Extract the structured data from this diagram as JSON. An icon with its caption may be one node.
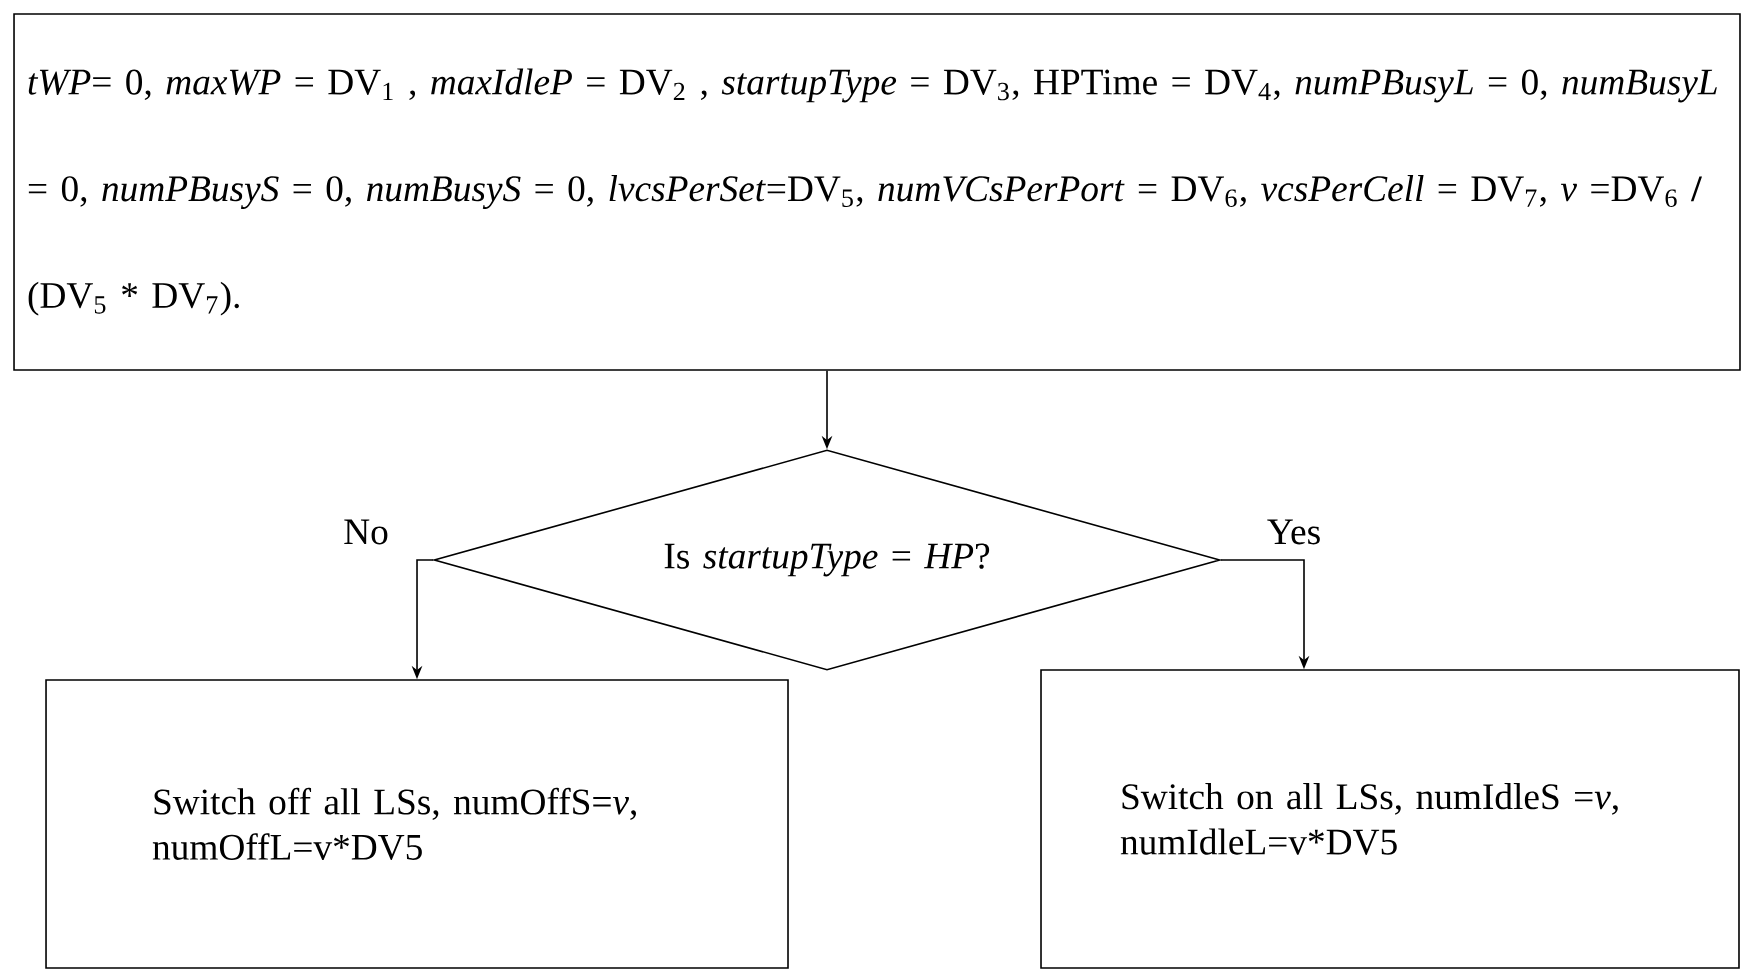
{
  "diagram": {
    "nodes": [
      {
        "text": [
          "*tWP*= 0, *maxWP* = DV$_{1}$ , *maxIdleP* = DV$_{2}$ , *startupType* = DV$_{3}$, HPTime = DV$_{4}$, *numPBusyL* = 0, *numBusyL* = 0, *numPBusyS* = 0, *numBusyS* = 0, *lvcsPerSet*=DV$_{5}$, *numVCsPerPort* = DV$_{6}$, *vcsPerCell* = DV$_{7}$,  *v* =DV$_{6}$ **/** (DV$_{5}$ * DV$_{7}$)."
        ]
      },
      {
        "text": [
          "Is *startupType* = *HP*?"
        ]
      },
      {
        "text": [
          "Switch off all LSs, numOffS=*v*, numOffL=v*DV5"
        ]
      },
      {
        "text": [
          "Switch on all LSs, numIdleS =*v*, numIdleL=v*DV5"
        ]
      }
    ],
    "edges": [
      {
        "from": 0,
        "to": 1,
        "arrow": "to"
      },
      {
        "from": 1,
        "to": 2,
        "arrow": "to",
        "label": "No"
      },
      {
        "from": 1,
        "to": 3,
        "arrow": "to",
        "label": "Yes"
      }
    ]
  }
}
